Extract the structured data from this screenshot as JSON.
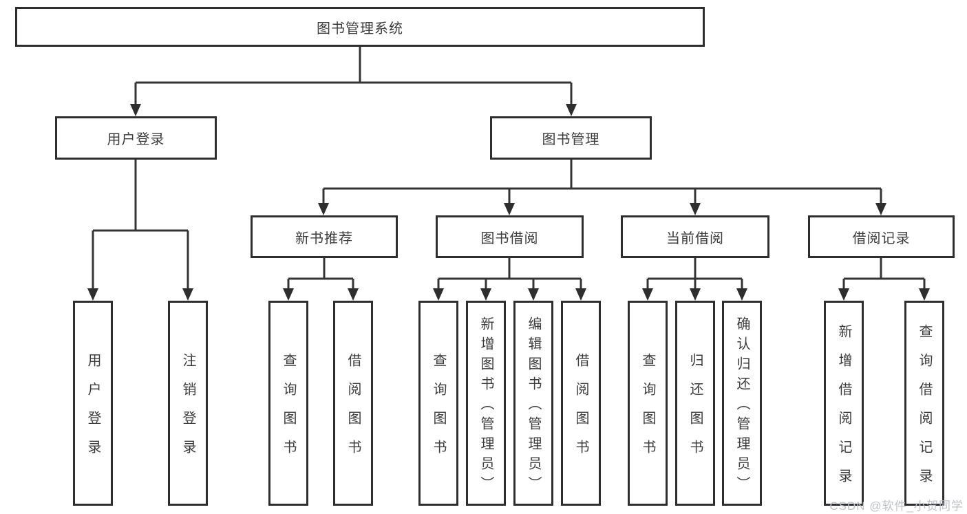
{
  "colors": {
    "line": "#343434",
    "box_border": "#2e2e2e",
    "text": "#3c3c3c",
    "background": "#ffffff",
    "watermark_text": "#bdc1c8"
  },
  "root": {
    "label": "图书管理系统"
  },
  "level2": [
    {
      "label": "用户登录",
      "parent": "图书管理系统"
    },
    {
      "label": "图书管理",
      "parent": "图书管理系统"
    }
  ],
  "level3": [
    {
      "label": "新书推荐",
      "parent": "图书管理"
    },
    {
      "label": "图书借阅",
      "parent": "图书管理"
    },
    {
      "label": "当前借阅",
      "parent": "图书管理"
    },
    {
      "label": "借阅记录",
      "parent": "图书管理"
    }
  ],
  "leaves": [
    {
      "label": "用户登录",
      "parent": "用户登录"
    },
    {
      "label": "注销登录",
      "parent": "用户登录"
    },
    {
      "label": "查询图书",
      "parent": "新书推荐"
    },
    {
      "label": "借阅图书",
      "parent": "新书推荐"
    },
    {
      "label": "查询图书",
      "parent": "图书借阅"
    },
    {
      "label": "新增图书（管理员）",
      "parent": "图书借阅"
    },
    {
      "label": "编辑图书（管理员）",
      "parent": "图书借阅"
    },
    {
      "label": "借阅图书",
      "parent": "图书借阅"
    },
    {
      "label": "查询图书",
      "parent": "当前借阅"
    },
    {
      "label": "归还图书",
      "parent": "当前借阅"
    },
    {
      "label": "确认归还（管理员）",
      "parent": "当前借阅"
    },
    {
      "label": "新增借阅记录",
      "parent": "借阅记录"
    },
    {
      "label": "查询借阅记录",
      "parent": "借阅记录"
    }
  ],
  "watermark": "CSDN @软件_小贺同学"
}
